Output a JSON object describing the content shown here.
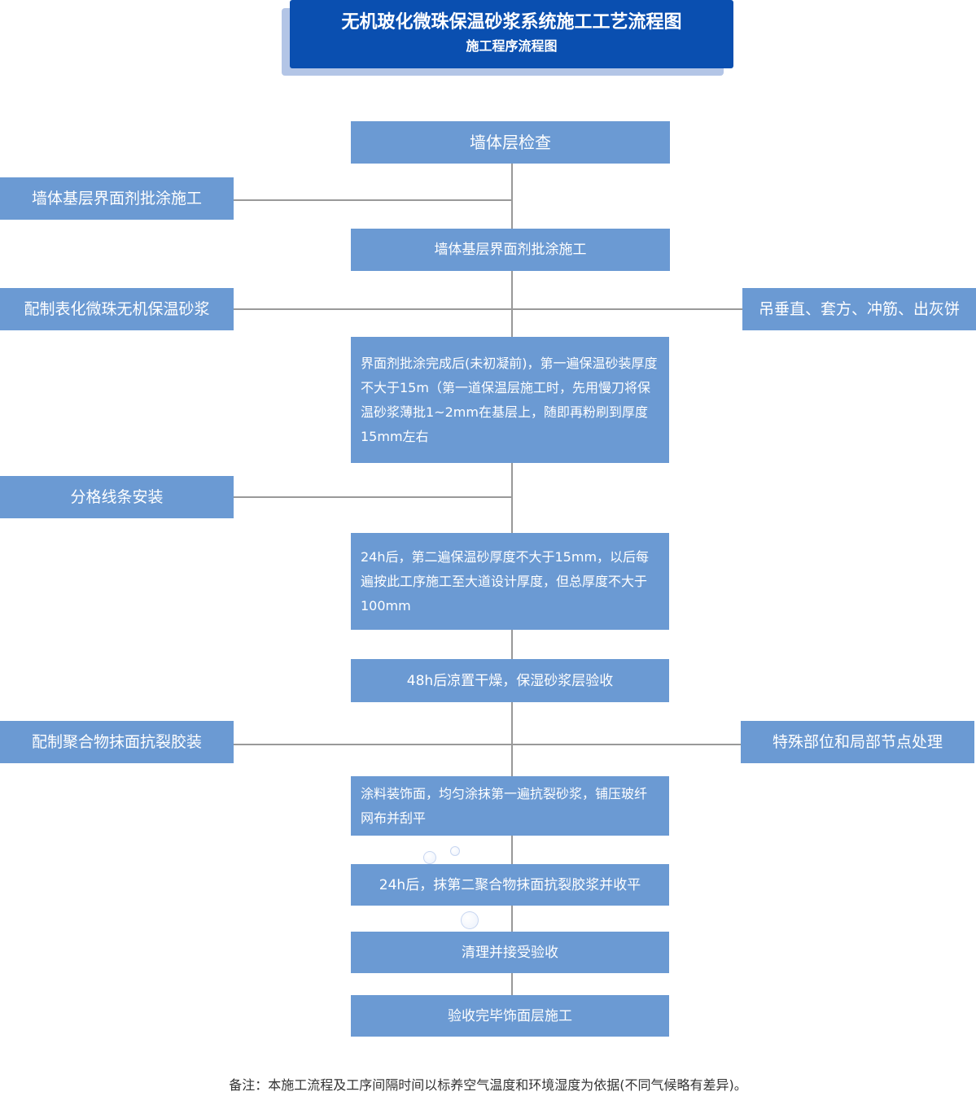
{
  "header": {
    "title": "无机玻化微珠保温砂浆系统施工工艺流程图",
    "subtitle": "施工程序流程图"
  },
  "flow": {
    "steps": [
      "墙体层检查",
      "墙体基层界面剂批涂施工",
      "界面剂批涂完成后(未初凝前)，第一遍保温砂装厚度不大于15m（第一道保温层施工时，先用慢刀将保温砂浆薄批1~2mm在基层上，随即再粉刷到厚度15mm左右",
      "24h后，第二遍保温砂厚度不大于15mm，以后每遍按此工序施工至大道设计厚度，但总厚度不大于100mm",
      "48h后凉置干燥，保湿砂浆层验收",
      "涂料装饰面，均匀涂抹第一遍抗裂砂浆，铺压玻纤网布并刮平",
      "24h后，抹第二聚合物抹面抗裂胶浆并收平",
      "清理并接受验收",
      "验收完毕饰面层施工"
    ],
    "left_inputs": [
      "墙体基层界面剂批涂施工",
      "配制表化微珠无机保温砂浆",
      "分格线条安装",
      "配制聚合物抹面抗裂胶装"
    ],
    "right_inputs": [
      "吊垂直、套方、冲筋、出灰饼",
      "特殊部位和局部节点处理"
    ]
  },
  "note": "备注：本施工流程及工序间隔时间以标养空气温度和环境湿度为依据(不同气候略有差异)。",
  "colors": {
    "header_bg": "#0a4fb0",
    "header_shadow": "#b3c5e6",
    "box_bg": "#6b9ad3",
    "connector": "#999999"
  }
}
